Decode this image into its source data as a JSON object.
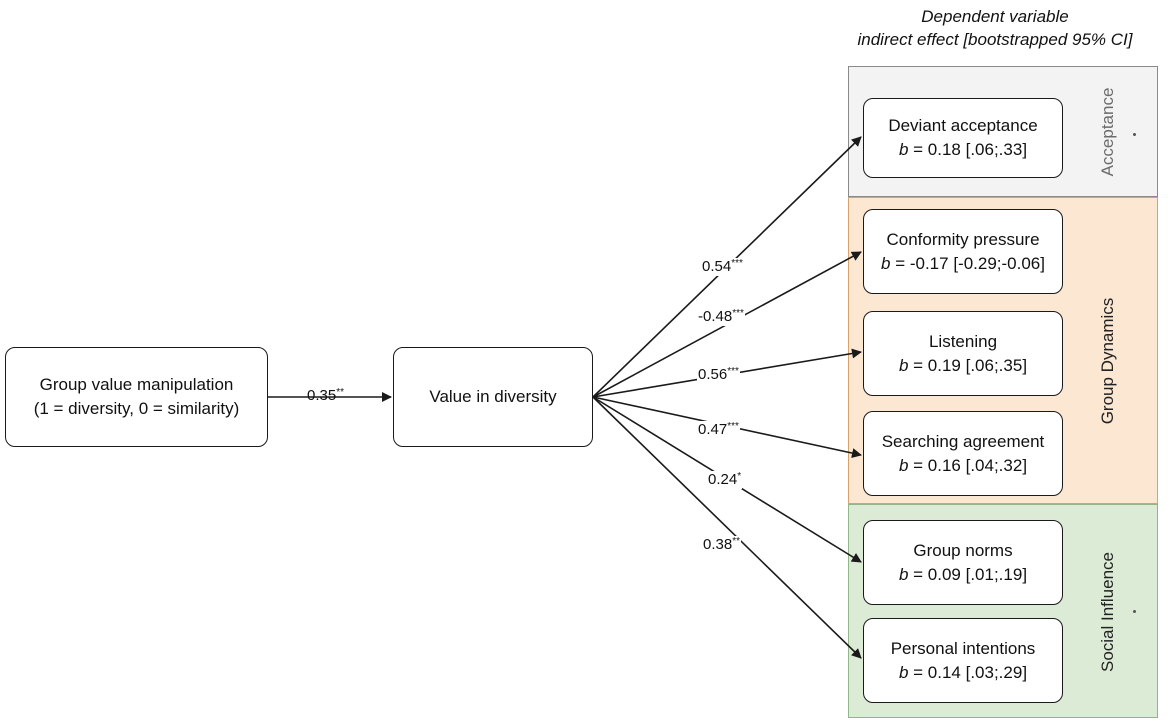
{
  "header": {
    "line1": "Dependent variable",
    "line2": "indirect effect [bootstrapped 95% CI]"
  },
  "groups": {
    "acceptance": {
      "label": "Acceptance",
      "color": "#f3f3f3"
    },
    "group_dynamics": {
      "label": "Group Dynamics",
      "color": "#fbe7d2"
    },
    "social_influence": {
      "label": "Social Influence",
      "color": "#dcebd6"
    }
  },
  "predictor": {
    "line1": "Group value manipulation",
    "line2": "(1 = diversity, 0 = similarity)"
  },
  "mediator": {
    "label": "Value in diversity"
  },
  "outcomes": [
    {
      "name": "Deviant acceptance",
      "b_label": "b",
      "stat": " = 0.18 [.06;.33]"
    },
    {
      "name": "Conformity pressure",
      "b_label": "b",
      "stat": " = -0.17 [-0.29;-0.06]"
    },
    {
      "name": "Listening",
      "b_label": "b",
      "stat": " = 0.19 [.06;.35]"
    },
    {
      "name": "Searching agreement",
      "b_label": "b",
      "stat": " = 0.16 [.04;.32]"
    },
    {
      "name": "Group norms",
      "b_label": "b",
      "stat": " = 0.09 [.01;.19]"
    },
    {
      "name": "Personal intentions",
      "b_label": "b",
      "stat": " = 0.14 [.03;.29]"
    }
  ],
  "paths": [
    {
      "value": "0.35",
      "sig": "**"
    },
    {
      "value": "0.54",
      "sig": "***"
    },
    {
      "value": "-0.48",
      "sig": "***"
    },
    {
      "value": "0.56",
      "sig": "***"
    },
    {
      "value": "0.47",
      "sig": "***"
    },
    {
      "value": "0.24",
      "sig": "*"
    },
    {
      "value": "0.38",
      "sig": "**"
    }
  ],
  "colors": {
    "line": "#1a1a1a",
    "acceptance_border": "#8a8a8a",
    "dynamics_border": "#d8a26c",
    "influence_border": "#93b58a"
  }
}
